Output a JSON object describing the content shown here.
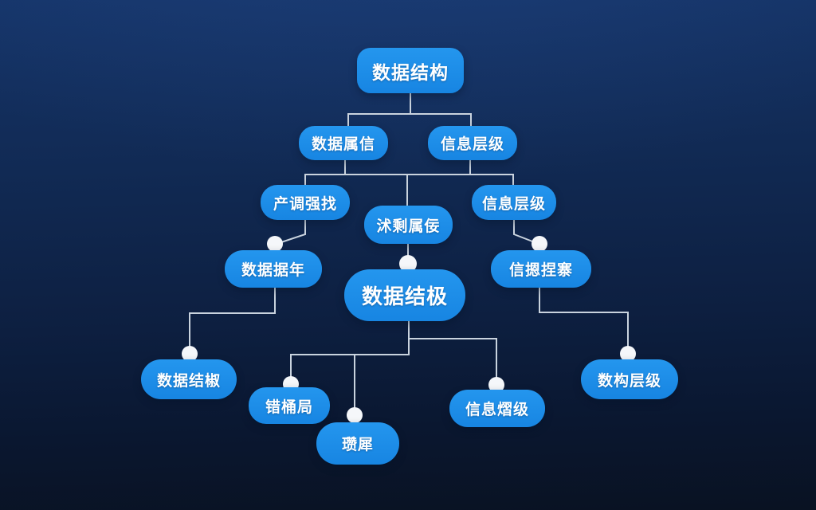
{
  "diagram": {
    "type": "tree",
    "colors": {
      "background_top": "#153468",
      "background_bottom": "#091222",
      "node_fill": "#1785e2",
      "node_fill_light": "#2496ee",
      "node_text": "#ffffff",
      "line_color": "#c9d3de",
      "dot_color": "#f5f7fa"
    },
    "nodes": [
      {
        "id": "root",
        "level": 1,
        "label": "数据结构"
      },
      {
        "id": "l2-left",
        "level": 2,
        "label": "数据属信"
      },
      {
        "id": "l2-right",
        "level": 2,
        "label": "信息层级"
      },
      {
        "id": "l3-left",
        "level": 3,
        "label": "产调强找"
      },
      {
        "id": "l3-center",
        "level": 3,
        "label": "沭剩属佞"
      },
      {
        "id": "l3-right",
        "level": 3,
        "label": "信息层级"
      },
      {
        "id": "l4-left",
        "level": 4,
        "label": "数据据年"
      },
      {
        "id": "l4-center",
        "level": 4,
        "label": "数据结极"
      },
      {
        "id": "l4-right",
        "level": 4,
        "label": "信摁捏寨"
      },
      {
        "id": "l5-1",
        "level": 5,
        "label": "数据结椒"
      },
      {
        "id": "l5-2",
        "level": 5,
        "label": "错桶局"
      },
      {
        "id": "l5-3",
        "level": 5,
        "label": "瓒犀"
      },
      {
        "id": "l5-4",
        "level": 5,
        "label": "信息熠级"
      },
      {
        "id": "l5-5",
        "level": 5,
        "label": "数构层级"
      }
    ],
    "edges": [
      {
        "from": "root",
        "to": "l2-left"
      },
      {
        "from": "root",
        "to": "l2-right"
      },
      {
        "from": "l2-left",
        "to": "l3-left"
      },
      {
        "from": "l2-left",
        "to": "l3-center"
      },
      {
        "from": "l2-right",
        "to": "l3-right"
      },
      {
        "from": "l3-left",
        "to": "l4-left"
      },
      {
        "from": "l3-center",
        "to": "l4-center"
      },
      {
        "from": "l3-right",
        "to": "l4-right"
      },
      {
        "from": "l4-left",
        "to": "l5-1"
      },
      {
        "from": "l4-center",
        "to": "l5-2"
      },
      {
        "from": "l4-center",
        "to": "l5-3"
      },
      {
        "from": "l4-center",
        "to": "l5-4"
      },
      {
        "from": "l4-right",
        "to": "l5-5"
      }
    ]
  }
}
